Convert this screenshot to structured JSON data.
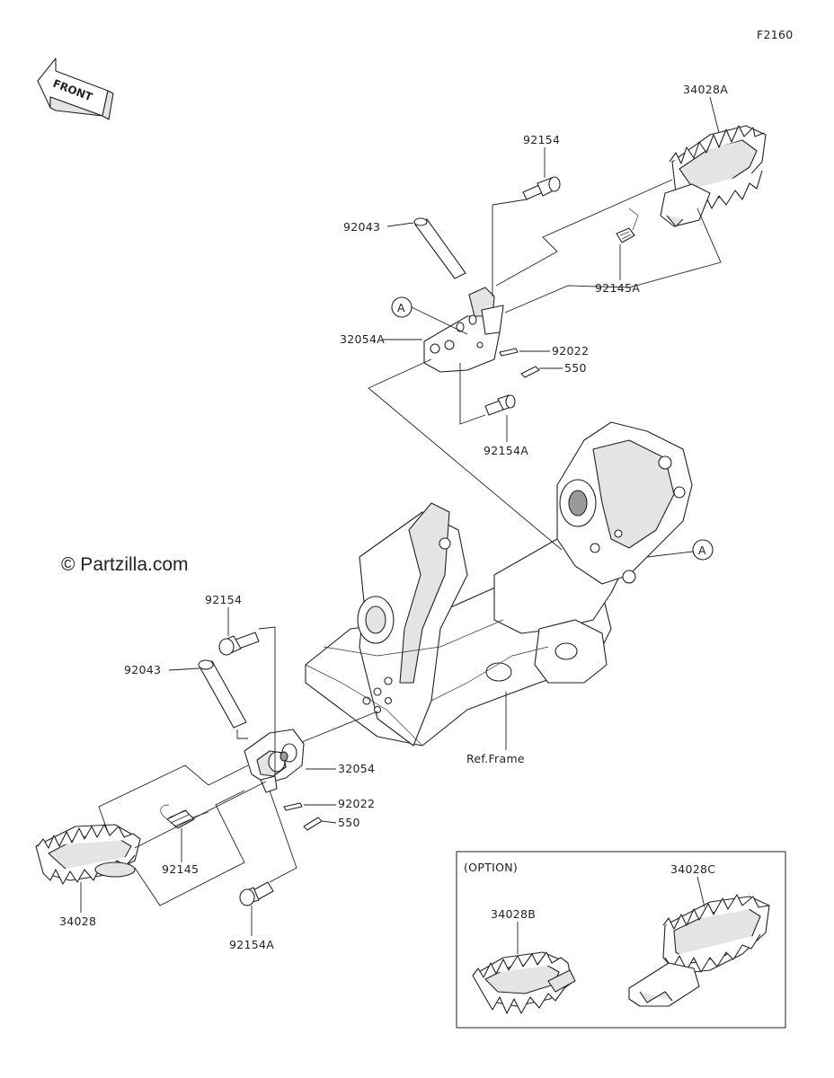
{
  "figure_code": "F2160",
  "front_arrow": {
    "text": "FRONT"
  },
  "watermark": "© Partzilla.com",
  "ref_callout": "A",
  "labels": {
    "p34028A": "34028A",
    "p92154_top": "92154",
    "p92043_top": "92043",
    "p92145A": "92145A",
    "p32054A": "32054A",
    "p92022_top": "92022",
    "p550_top": "550",
    "p92154A_top": "92154A",
    "p92154_low": "92154",
    "p92043_low": "92043",
    "p32054": "32054",
    "ref_frame": "Ref.Frame",
    "p92022_low": "92022",
    "p550_low": "550",
    "p92145": "92145",
    "p34028": "34028",
    "p92154A_low": "92154A"
  },
  "option_box": {
    "title": "(OPTION)",
    "p34028B": "34028B",
    "p34028C": "34028C"
  }
}
